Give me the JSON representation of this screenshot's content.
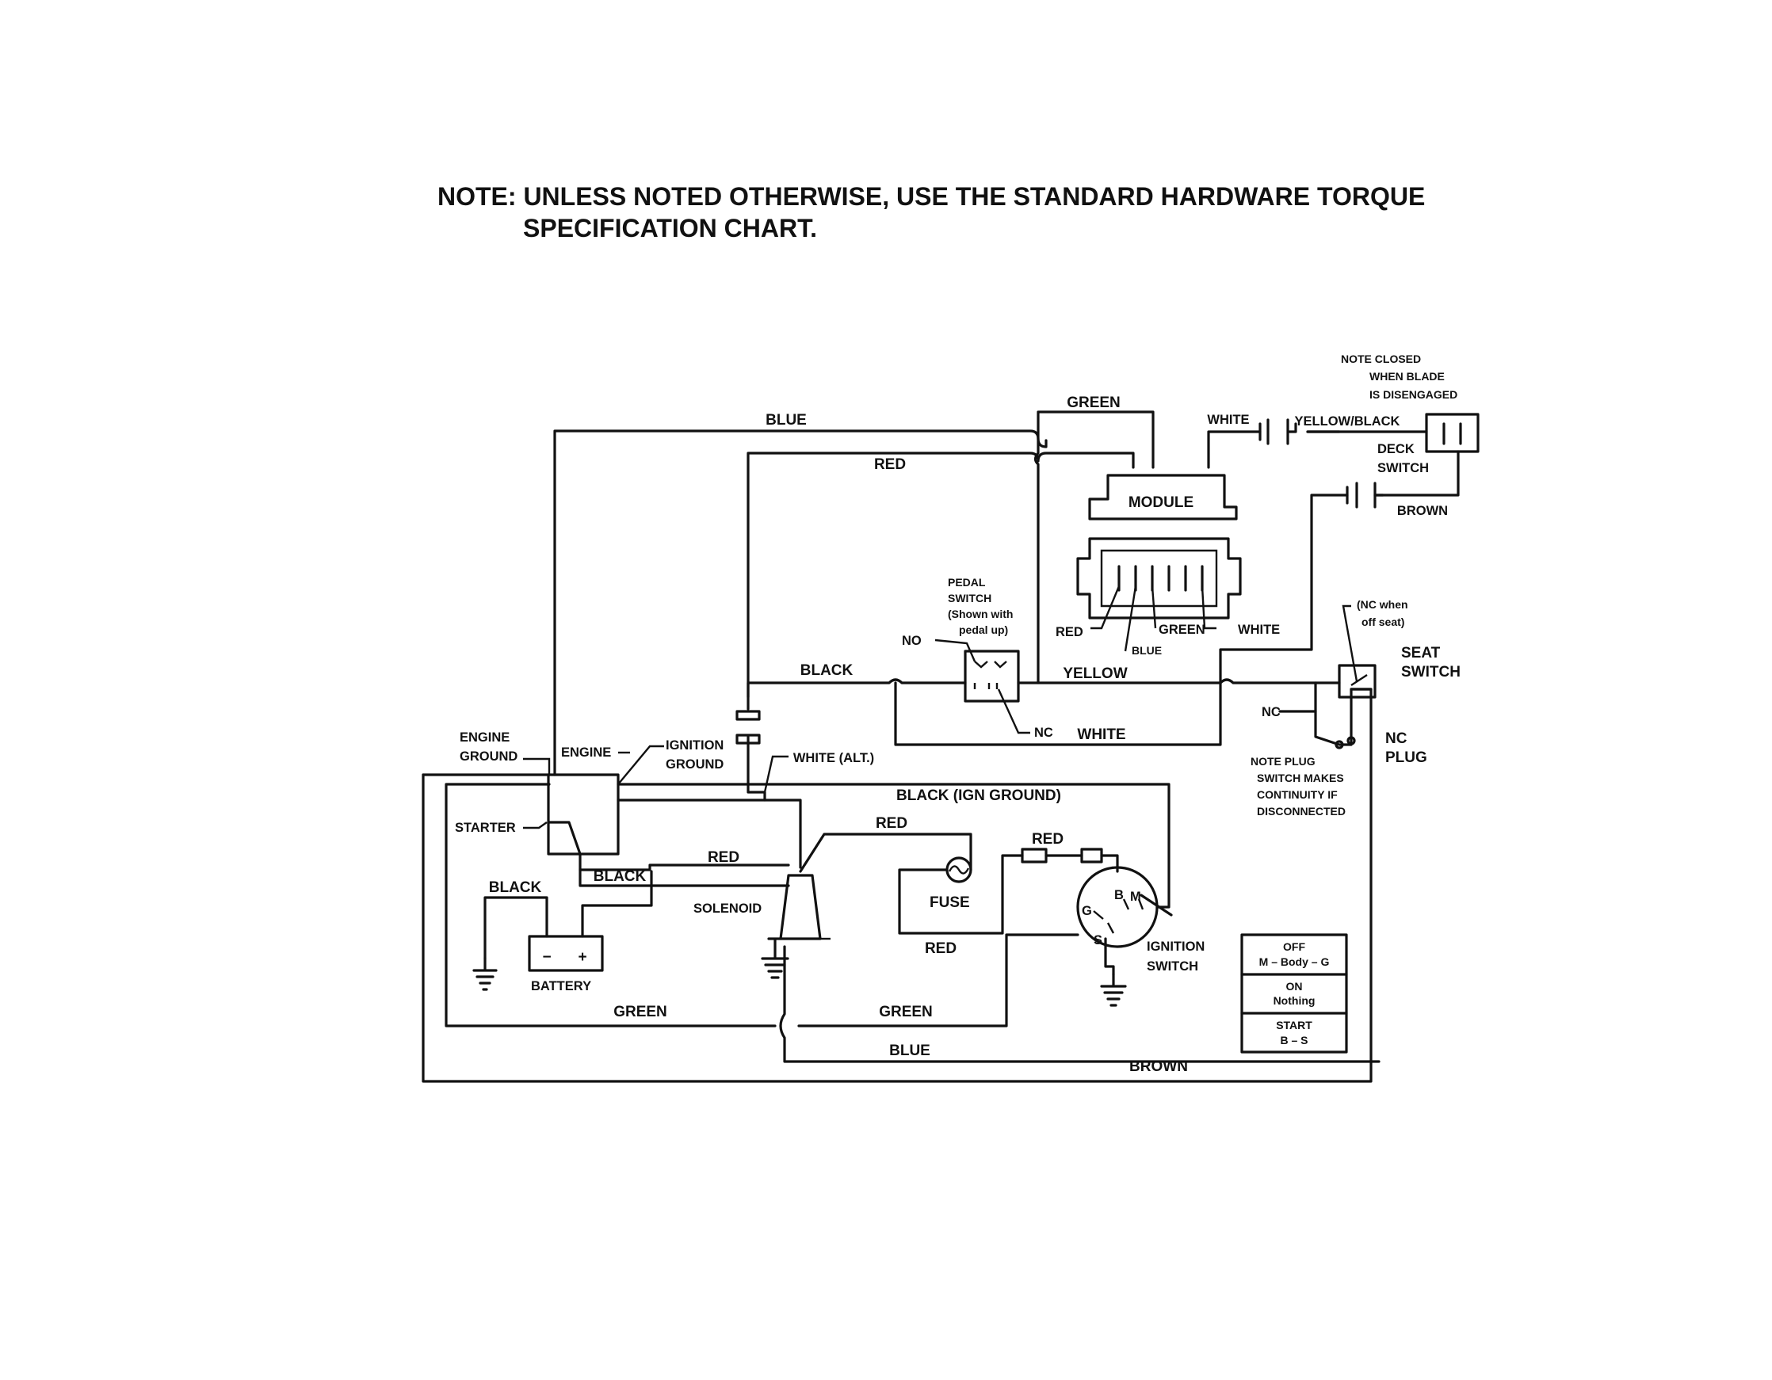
{
  "note": {
    "line1": "NOTE: UNLESS NOTED OTHERWISE, USE THE STANDARD HARDWARE TORQUE",
    "line2": "SPECIFICATION CHART."
  },
  "wires": {
    "blue_top": "BLUE",
    "green_top": "GREEN",
    "red_top": "RED",
    "white_module": "WHITE",
    "yellow_black": "YELLOW/BLACK",
    "brown_deck": "BROWN",
    "black_mid": "BLACK",
    "yellow_mid": "YELLOW",
    "white_mid": "WHITE",
    "white_alt": "WHITE (ALT.)",
    "black_ign_ground": "BLACK (IGN GROUND)",
    "red_solenoid_top": "RED",
    "red_starter": "RED",
    "black_starter": "BLACK",
    "black_battery": "BLACK",
    "red_fuse_link": "RED",
    "red_fuse_bottom": "RED",
    "green_bottom_left": "GREEN",
    "green_bottom_right": "GREEN",
    "blue_bottom": "BLUE",
    "brown_bottom": "BROWN"
  },
  "components": {
    "module": "MODULE",
    "connector_red": "RED",
    "connector_green": "GREEN",
    "connector_blue": "BLUE",
    "connector_white": "WHITE",
    "deck_note_1": "NOTE  CLOSED",
    "deck_note_2": "WHEN BLADE",
    "deck_note_3": "IS DISENGAGED",
    "deck_switch_1": "DECK",
    "deck_switch_2": "SWITCH",
    "pedal_1": "PEDAL",
    "pedal_2": "SWITCH",
    "pedal_3": "(Shown with",
    "pedal_4": "pedal up)",
    "pedal_no": "NO",
    "pedal_nc": "NC",
    "seat_note_1": "(NC when",
    "seat_note_2": "off seat)",
    "seat_switch_1": "SEAT",
    "seat_switch_2": "SWITCH",
    "seat_nc": "NC",
    "nc_plug_1": "NC",
    "nc_plug_2": "PLUG",
    "plug_note_1": "NOTE  PLUG",
    "plug_note_2": "SWITCH MAKES",
    "plug_note_3": "CONTINUITY IF",
    "plug_note_4": "DISCONNECTED",
    "engine_ground_1": "ENGINE",
    "engine_ground_2": "GROUND",
    "engine": "ENGINE",
    "ignition_ground_1": "IGNITION",
    "ignition_ground_2": "GROUND",
    "starter": "STARTER",
    "solenoid": "SOLENOID",
    "battery": "BATTERY",
    "battery_minus": "−",
    "battery_plus": "+",
    "fuse": "FUSE",
    "ign_switch_1": "IGNITION",
    "ign_switch_2": "SWITCH",
    "term_g": "G",
    "term_b": "B",
    "term_m": "M",
    "term_s": "S"
  },
  "switch_table": [
    {
      "state": "OFF",
      "contacts": "M – Body – G"
    },
    {
      "state": "ON",
      "contacts": "Nothing"
    },
    {
      "state": "START",
      "contacts": "B – S"
    }
  ]
}
